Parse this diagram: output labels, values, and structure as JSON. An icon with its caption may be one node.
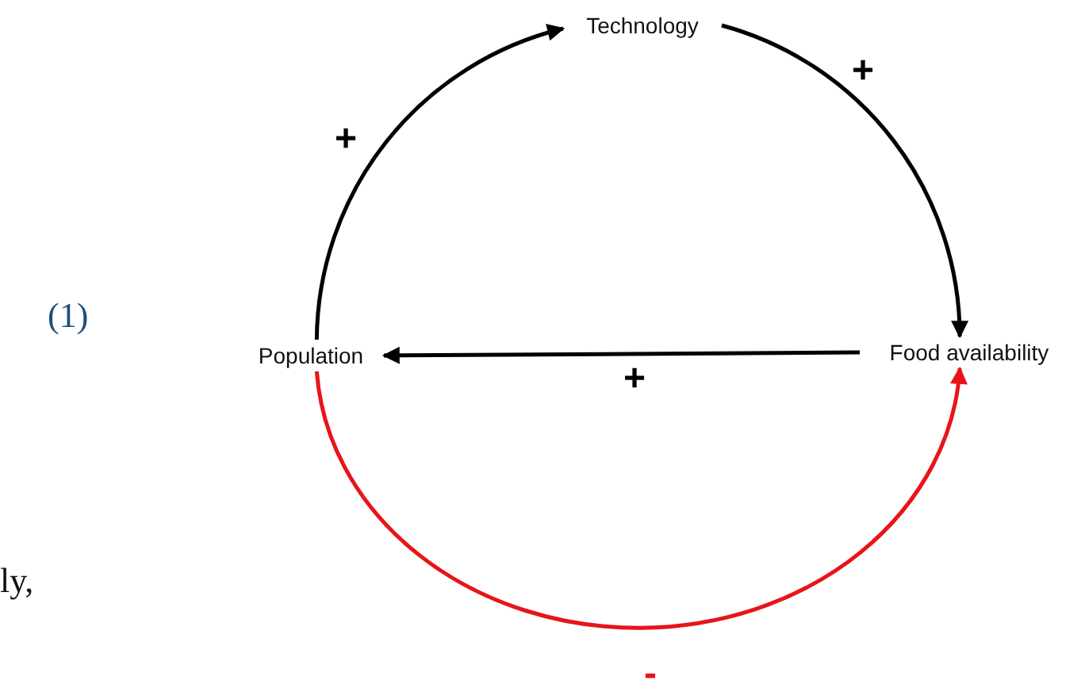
{
  "diagram": {
    "nodes": [
      {
        "text": [
          "Technology"
        ]
      },
      {
        "text": [
          "Population"
        ]
      },
      {
        "text": [
          "Food availability"
        ]
      }
    ],
    "edges": [
      {
        "from": 1,
        "to": 0,
        "arrow": "to",
        "label": "+"
      },
      {
        "from": 0,
        "to": 2,
        "arrow": "to",
        "label": "+"
      },
      {
        "from": 2,
        "to": 1,
        "arrow": "to",
        "label": "+"
      },
      {
        "from": 1,
        "to": 2,
        "arrow": "to",
        "label": "-",
        "color": "#e8141b"
      }
    ],
    "labels": [
      "(1)",
      "ly,"
    ]
  }
}
